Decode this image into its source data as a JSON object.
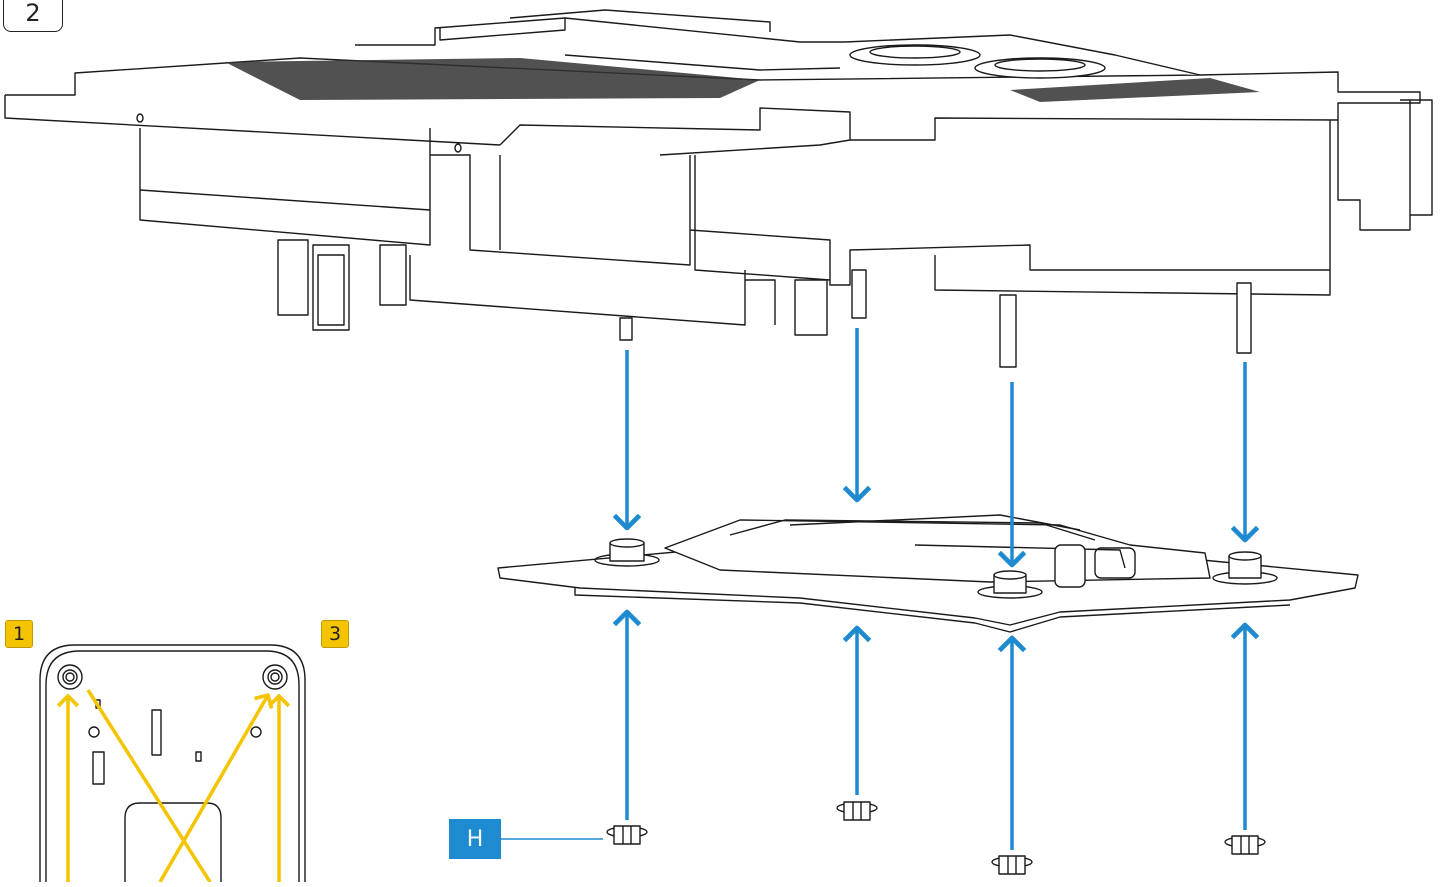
{
  "step": {
    "number": "2"
  },
  "sequence_labels": {
    "first": "1",
    "third": "3"
  },
  "part_label": {
    "text": "H"
  },
  "colors": {
    "arrow": "#1e8bd0",
    "sequence": "#f5c400",
    "line": "#1a1a1a"
  },
  "icons": {
    "arrow": "down-up-arrows",
    "nut": "flange-nut-icon"
  }
}
